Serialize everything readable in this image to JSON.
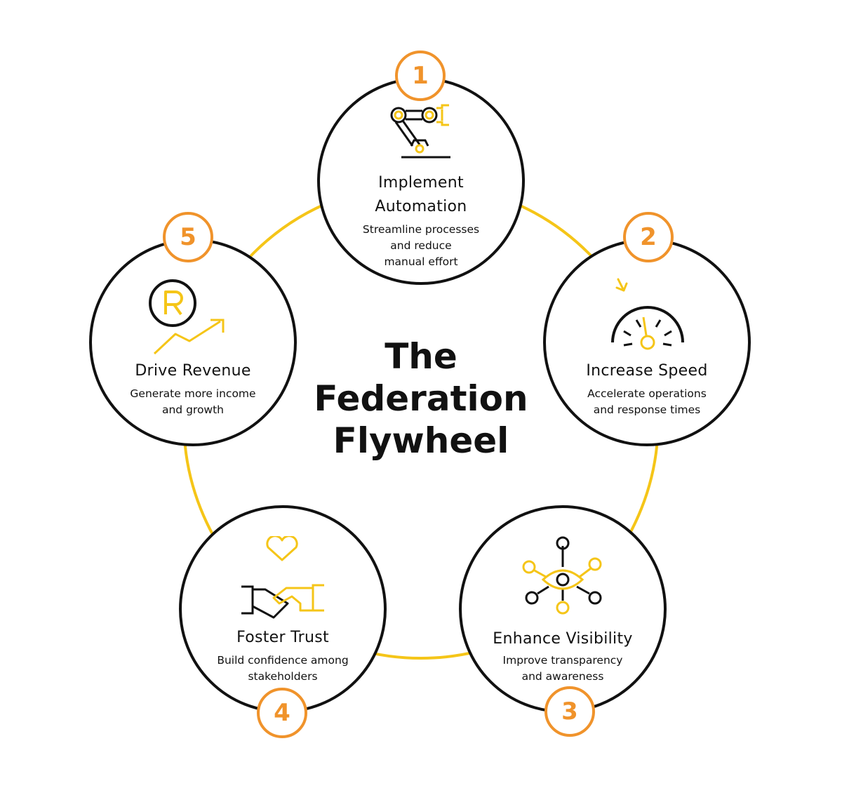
{
  "diagram": {
    "title_lines": [
      "The",
      "Federation",
      "Flywheel"
    ],
    "colors": {
      "ring": "#f5c518",
      "badge": "#f0932b",
      "outline": "#111111",
      "icon_accent": "#f5c518"
    },
    "steps": [
      {
        "number": "1",
        "title_lines": [
          "Implement",
          "Automation"
        ],
        "desc_lines": [
          "Streamline processes",
          "and reduce",
          "manual effort"
        ],
        "icon": "robot-arm-icon"
      },
      {
        "number": "2",
        "title_lines": [
          "Increase Speed"
        ],
        "desc_lines": [
          "Accelerate operations",
          "and response times"
        ],
        "icon": "speedometer-icon"
      },
      {
        "number": "3",
        "title_lines": [
          "Enhance Visibility"
        ],
        "desc_lines": [
          "Improve transparency",
          "and awareness"
        ],
        "icon": "eye-network-icon"
      },
      {
        "number": "4",
        "title_lines": [
          "Foster Trust"
        ],
        "desc_lines": [
          "Build confidence among",
          "stakeholders"
        ],
        "icon": "handshake-heart-icon"
      },
      {
        "number": "5",
        "title_lines": [
          "Drive Revenue"
        ],
        "desc_lines": [
          "Generate more income",
          "and growth"
        ],
        "icon": "revenue-growth-icon"
      }
    ]
  }
}
